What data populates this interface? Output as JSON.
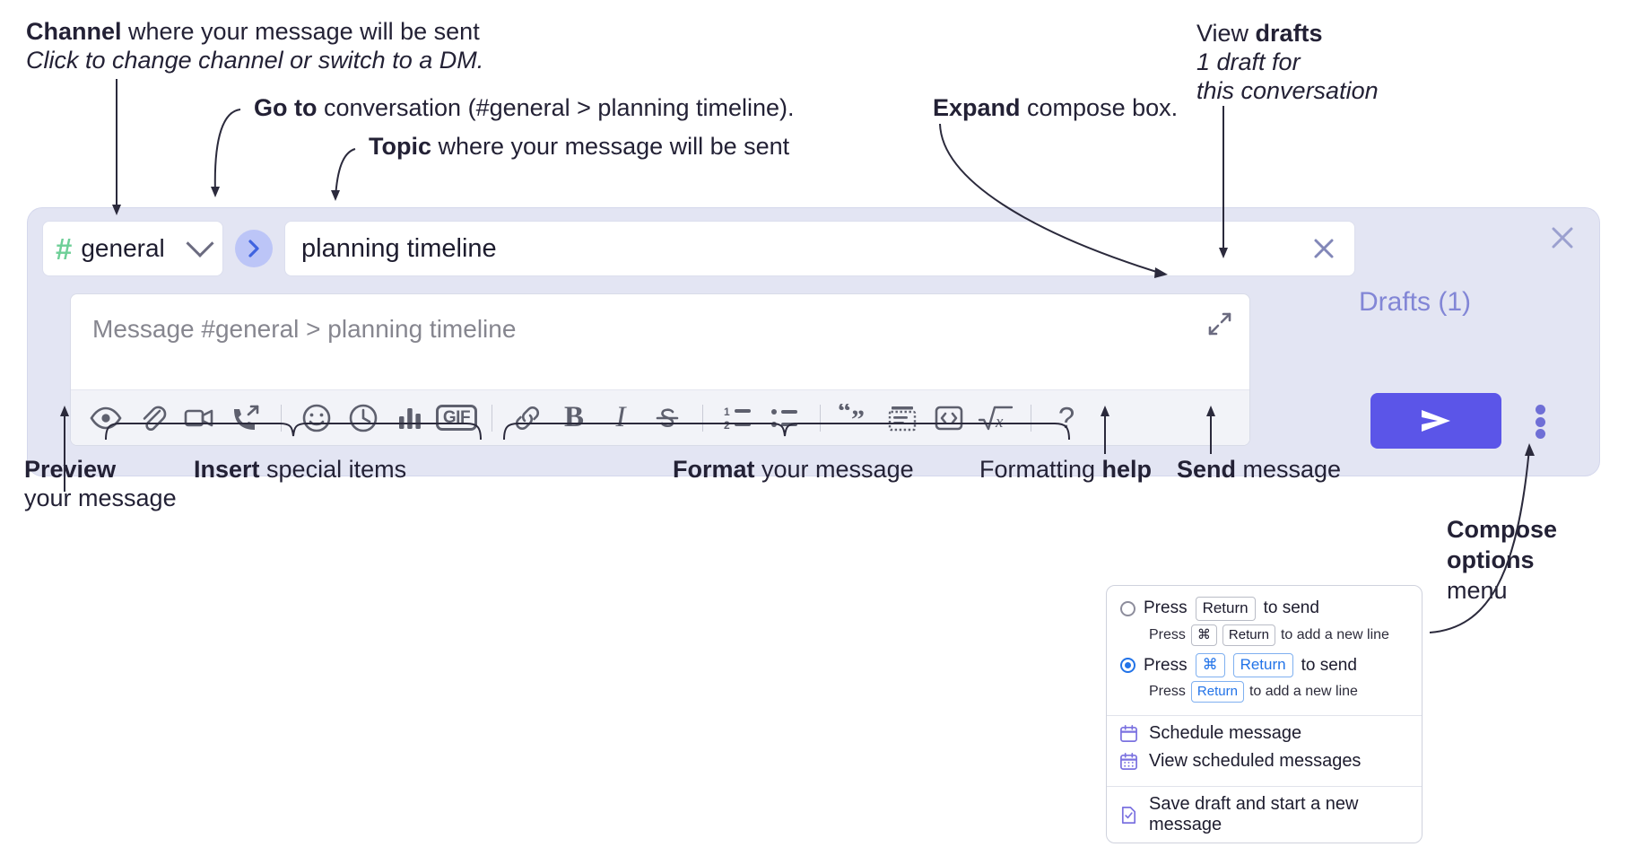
{
  "annotations": {
    "channel": {
      "line1_bold": "Channel",
      "line1_rest": " where your message will be sent",
      "line2_italic": "Click to change channel or switch to a DM."
    },
    "goto": {
      "bold": "Go to",
      "rest": " conversation (#general > planning timeline)."
    },
    "topic": {
      "bold": "Topic",
      "rest": " where your message will be sent"
    },
    "expand": {
      "bold": "Expand",
      "rest": " compose box."
    },
    "drafts": {
      "line1_rest": "View ",
      "line1_bold": "drafts",
      "line2": "1 draft for",
      "line3": "this conversation"
    },
    "preview": {
      "bold": "Preview",
      "rest": "your message"
    },
    "insert": {
      "bold": "Insert",
      "rest": " special items"
    },
    "format": {
      "bold": "Format",
      "rest": " your message"
    },
    "formatting_help": {
      "rest": "Formatting ",
      "bold": "help"
    },
    "send": {
      "bold": "Send",
      "rest": " message"
    },
    "compose_options": {
      "line1": "Compose",
      "line2": "options",
      "line3": "menu"
    }
  },
  "compose": {
    "channel_name": "general",
    "hash_symbol": "#",
    "topic_value": "planning timeline",
    "message_placeholder": "Message #general > planning timeline",
    "drafts_label": "Drafts (1)",
    "send_icon": "paper-plane-icon",
    "toolbar": [
      {
        "name": "preview-icon",
        "label": "Preview"
      },
      {
        "name": "attachment-icon",
        "label": "Attach file"
      },
      {
        "name": "video-camera-icon",
        "label": "Record video clip"
      },
      {
        "name": "phone-icon",
        "label": "Audio clip"
      },
      {
        "name": "separator-1",
        "label": ""
      },
      {
        "name": "emoji-icon",
        "label": "Emoji"
      },
      {
        "name": "clock-icon",
        "label": "Reminder"
      },
      {
        "name": "bar-chart-icon",
        "label": "Poll"
      },
      {
        "name": "gif-icon",
        "label": "GIF"
      },
      {
        "name": "separator-2",
        "label": ""
      },
      {
        "name": "link-icon",
        "label": "Link"
      },
      {
        "name": "bold-icon",
        "label": "B"
      },
      {
        "name": "italic-icon",
        "label": "I"
      },
      {
        "name": "strikethrough-icon",
        "label": "Strikethrough"
      },
      {
        "name": "separator-3",
        "label": ""
      },
      {
        "name": "ordered-list-icon",
        "label": "Ordered list"
      },
      {
        "name": "bulleted-list-icon",
        "label": "Bulleted list"
      },
      {
        "name": "separator-4",
        "label": ""
      },
      {
        "name": "blockquote-icon",
        "label": "Blockquote"
      },
      {
        "name": "code-block-icon",
        "label": "Code block"
      },
      {
        "name": "code-icon",
        "label": "Code"
      },
      {
        "name": "math-icon",
        "label": "Math"
      },
      {
        "name": "separator-5",
        "label": ""
      },
      {
        "name": "help-icon",
        "label": "?"
      }
    ]
  },
  "options_menu": {
    "option_1": {
      "selected": false,
      "press": "Press",
      "key": "Return",
      "to_send": "to send",
      "sub_press": "Press",
      "sub_key_1": "⌘",
      "sub_key_2": "Return",
      "sub_tail": "to add a new line"
    },
    "option_2": {
      "selected": true,
      "press": "Press",
      "key_1": "⌘",
      "key_2": "Return",
      "to_send": "to send",
      "sub_press": "Press",
      "sub_key": "Return",
      "sub_tail": "to add a new line"
    },
    "items": [
      {
        "icon": "calendar-schedule-icon",
        "label": "Schedule message"
      },
      {
        "icon": "calendar-view-icon",
        "label": "View scheduled messages"
      },
      {
        "icon": "save-draft-icon",
        "label": "Save draft and start a new message"
      }
    ]
  },
  "colors": {
    "panel_bg": "#e3e5f3",
    "send_purple": "#5b55e8",
    "drafts_purple": "#8286d6",
    "hash_green": "#6ecf97",
    "goto_blue": "#bcc5f7",
    "radio_blue": "#2273e8"
  }
}
